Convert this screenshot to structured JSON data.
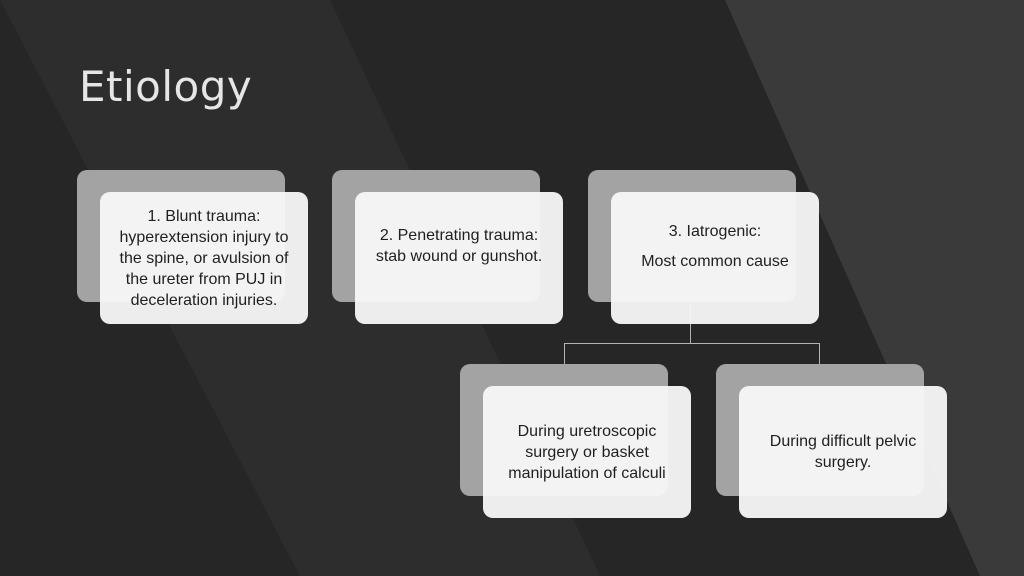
{
  "slide": {
    "title": "Etiology"
  },
  "colors": {
    "background": "#262626",
    "stripe": "#363636",
    "back_box": "#a3a3a3",
    "front_box": "#f6f6f6",
    "connector": "#b3b3b3"
  },
  "nodes": {
    "blunt": {
      "text": "1. Blunt trauma: hyperextension injury to the spine, or avulsion of the ureter from PUJ in deceleration injuries."
    },
    "penetrating": {
      "text": "2. Penetrating trauma: stab wound or gunshot."
    },
    "iatrogenic": {
      "line1": "3. Iatrogenic:",
      "line2": "Most common cause"
    },
    "uretroscopic": {
      "text": "During uretroscopic surgery  or basket manipulation of calculi"
    },
    "pelvic": {
      "text": "During difficult pelvic surgery."
    }
  }
}
